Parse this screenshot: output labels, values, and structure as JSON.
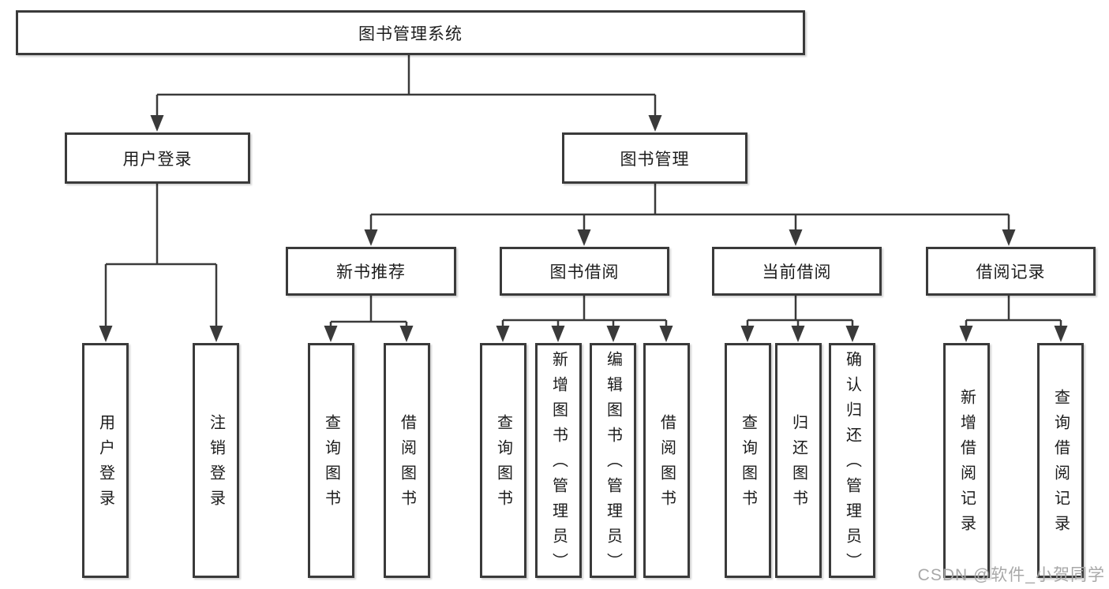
{
  "diagram": {
    "root": "图书管理系统",
    "level2": {
      "user_login": "用户登录",
      "book_management": "图书管理"
    },
    "level3": {
      "new_book_recommend": "新书推荐",
      "book_borrow": "图书借阅",
      "current_borrow": "当前借阅",
      "borrow_record": "借阅记录"
    },
    "leaves": {
      "user_login": [
        "用户登录",
        "注销登录"
      ],
      "new_book_recommend": [
        "查询图书",
        "借阅图书"
      ],
      "book_borrow": [
        "查询图书",
        "新增图书（管理员）",
        "编辑图书（管理员）",
        "借阅图书"
      ],
      "current_borrow": [
        "查询图书",
        "归还图书",
        "确认归还（管理员）"
      ],
      "borrow_record": [
        "新增借阅记录",
        "查询借阅记录"
      ]
    }
  },
  "colors": {
    "line": "#3a3a3a",
    "text": "#1c1c1c",
    "background": "#ffffff",
    "watermark": "#a8a8a8"
  },
  "watermark": "CSDN @软件_小贺同学"
}
